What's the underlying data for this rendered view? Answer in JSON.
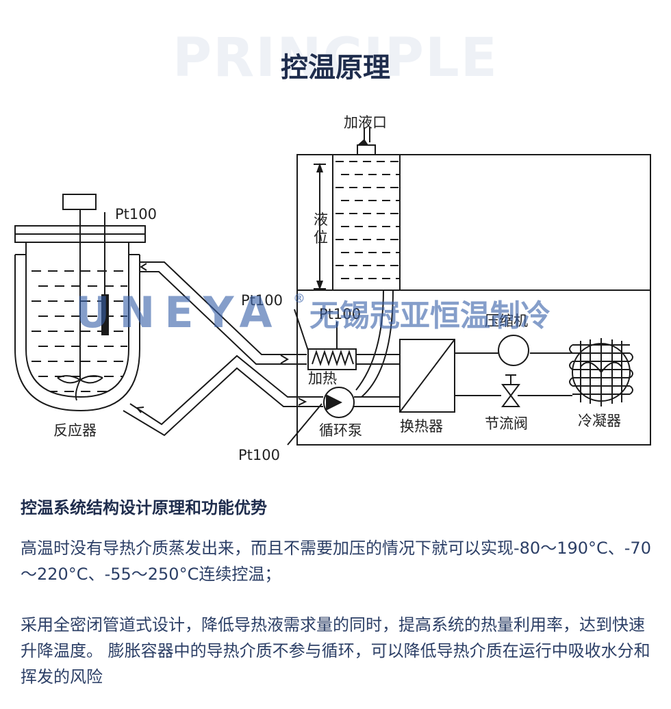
{
  "header": {
    "bg_word": "PRINCIPLE",
    "title": "控温原理"
  },
  "diagram": {
    "labels": {
      "fill_port": "加液口",
      "level": "液位",
      "reactor": "反应器",
      "heater": "加热",
      "pump": "循环泵",
      "heat_exchanger": "换热器",
      "compressor": "压缩机",
      "throttle_valve": "节流阀",
      "condenser": "冷凝器",
      "pt100_top": "Pt100",
      "pt100_left": "Pt100",
      "pt100_heater": "Pt100",
      "pt100_bottom": "Pt100"
    },
    "watermark": {
      "latin": "UNEYA",
      "registered": "®",
      "cjk": "无锡冠亚恒温制冷"
    }
  },
  "section": {
    "heading": "控温系统结构设计原理和功能优势",
    "paragraphs": [
      "高温时没有导热介质蒸发出来，而且不需要加压的情况下就可以实现-80～190°C、-70～220°C、-55～250°C连续控温；",
      "采用全密闭管道式设计，降低导热液需求量的同时，提高系统的热量利用率，达到快速升降温度。 膨胀容器中的导热介质不参与循环，可以降低导热介质在运行中吸收水分和挥发的风险"
    ]
  },
  "colors": {
    "title": "#1f2d4d",
    "body_text": "#2c3f66",
    "watermark": "#3a62a9",
    "line": "#1a1a1a"
  }
}
